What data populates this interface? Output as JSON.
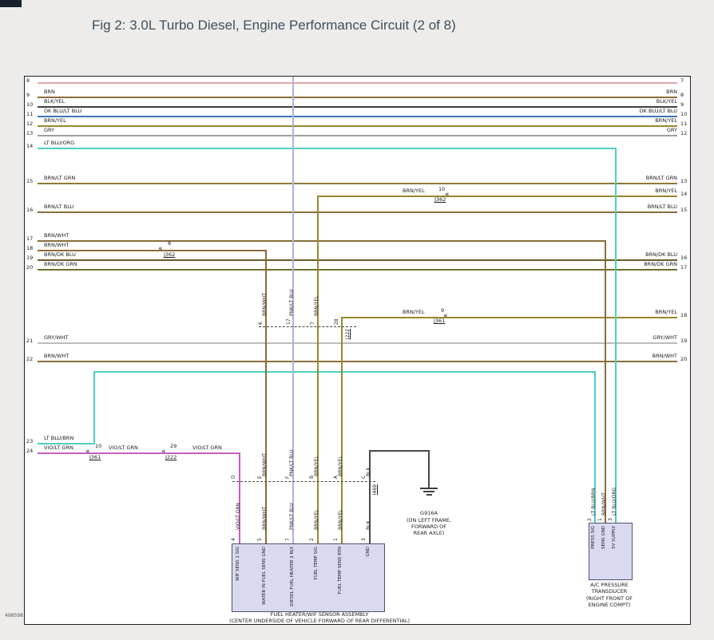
{
  "header": {
    "title": "Fig 2: 3.0L Turbo Diesel, Engine Performance Circuit (2 of 8)"
  },
  "corner_code": "498598",
  "icons": {
    "connector_arrow": "«"
  },
  "colors": {
    "page_bg": "#edecea",
    "title_text": "#3d4f5c",
    "wire_pink": "#e2a6a6",
    "wire_brn": "#8a6d3b",
    "wire_blk_yel": "#3f3f3f",
    "wire_dk_blu_lt_blu": "#3f76b8",
    "wire_brn_yel": "#97892e",
    "wire_gry": "#9e9e9e",
    "wire_lt_blu_org": "#4ecfbf",
    "wire_brn_lt_grn": "#8f7a35",
    "wire_brn_dk_blu": "#6b5a2a",
    "wire_brn_dk_grn": "#6f6f2d",
    "wire_gry_wht": "#bcbcbc",
    "wire_vio_lt_grn": "#c45ec4",
    "wire_pnk_lt_blu": "#aab4e0",
    "wire_blk": "#4a4a4a",
    "component_fill": "#d9daf0",
    "component_border": "#50506e"
  },
  "rows": [
    {
      "left_num": "8",
      "right_num": "7"
    },
    {
      "left_num": "9",
      "left_label": "BRN",
      "right_label": "BRN",
      "right_num": "8"
    },
    {
      "left_num": "10",
      "left_label": "BLK/YEL",
      "right_label": "BLK/YEL",
      "right_num": "9"
    },
    {
      "left_num": "11",
      "left_label": "DK BLU/LT BLU",
      "right_label": "DK BLU/LT BLU",
      "right_num": "10"
    },
    {
      "left_num": "12",
      "left_label": "BRN/YEL",
      "right_label": "BRN/YEL",
      "right_num": "11"
    },
    {
      "left_num": "13",
      "left_label": "GRY",
      "right_label": "GRY",
      "right_num": "12"
    },
    {
      "left_num": "14",
      "left_label": "LT BLU/ORG"
    },
    {
      "left_num": "15",
      "left_label": "BRN/LT GRN",
      "right_label": "BRN/LT GRN",
      "right_num": "13"
    },
    {
      "mid_label": "BRN/YEL",
      "conn_pin": "10",
      "conn_id": "J362",
      "right_label": "BRN/YEL",
      "right_num": "14"
    },
    {
      "left_num": "16",
      "left_label": "BRN/LT BLU",
      "right_label": "BRN/LT BLU",
      "right_num": "15"
    },
    {
      "left_num": "17",
      "left_label": "BRN/WHT"
    },
    {
      "left_num": "18",
      "left_label": "BRN/WHT",
      "conn_pin": "8",
      "conn_id": "J362"
    },
    {
      "left_num": "19",
      "left_label": "BRN/DK BLU",
      "right_label": "BRN/DK BLU",
      "right_num": "16"
    },
    {
      "left_num": "20",
      "left_label": "BRN/DK GRN",
      "right_label": "BRN/DK GRN",
      "right_num": "17"
    },
    {
      "mid_label": "BRN/YEL",
      "conn_pin": "9",
      "conn_id": "J361",
      "right_label": "BRN/YEL",
      "right_num": "18"
    },
    {
      "left_num": "21",
      "left_label": "GRY/WHT",
      "right_label": "GRY/WHT",
      "right_num": "19"
    },
    {
      "left_num": "22",
      "left_label": "BRN/WHT",
      "right_label": "BRN/WHT",
      "right_num": "20"
    },
    {
      "left_num": "23",
      "left_label": "LT BLU/BRN"
    },
    {
      "left_num": "24",
      "left_label": "VIO/LT GRN",
      "conn1_pin": "10",
      "conn1_id": "J361",
      "mid_label1": "VIO/LT GRN",
      "conn2_pin": "29",
      "conn2_id": "J222",
      "mid_label2": "VIO/LT GRN"
    }
  ],
  "j222_connector": {
    "id": "J222",
    "pins": [
      "6",
      "17",
      "7",
      "28"
    ]
  },
  "upper_wire_labels": [
    "BRN/WHT",
    "PNK/LT BLU",
    "BRN/YEL"
  ],
  "mid_wire_labels": [
    "BRN/WHT",
    "PNK/LT BLU",
    "BRN/YEL",
    "BRN/YEL",
    "BLK"
  ],
  "sensor_connector": {
    "letters": [
      "D",
      "E",
      "F",
      "B",
      "A",
      "C"
    ],
    "id": "I469"
  },
  "lower_wire_labels": [
    "VIO/LT GRN",
    "BRN/WHT",
    "PNK/LT BLU",
    "BRN/YEL",
    "BRN/YEL",
    "BLK"
  ],
  "fuel_heater": {
    "pins": [
      "4",
      "5",
      "7",
      "2",
      "1",
      "3"
    ],
    "pin_labels": [
      "WIF SENS 1 SIG",
      "WATER IN FUEL SENS GND",
      "DIESEL FUEL HEATER 2 RLY",
      "FUEL TEMP SIG",
      "FUEL TEMP SENS RTN",
      "GND"
    ],
    "caption1": "FUEL HEATER/WIF SENSOR ASSEMBLY",
    "caption2": "(CENTER UNDERSIDE OF VEHICLE FORWARD OF REAR DIFFERENTIAL)"
  },
  "ground": {
    "id": "G916A",
    "loc_line1": "(ON LEFT FRAME,",
    "loc_line2": "FORWARD OF",
    "loc_line3": "REAR AXLE)"
  },
  "transducer": {
    "wire_labels": [
      "LT BLU/BRN",
      "BRN/WHT",
      "LT BLU/ORG"
    ],
    "pins": [
      "2",
      "1",
      "3"
    ],
    "pin_labels": [
      "PRESS SIG",
      "SENS GND",
      "5V SUPPLY"
    ],
    "caption1": "A/C PRESSURE",
    "caption2": "TRANSDUCER",
    "caption3": "(RIGHT FRONT OF",
    "caption4": "ENGINE COMPT)"
  }
}
